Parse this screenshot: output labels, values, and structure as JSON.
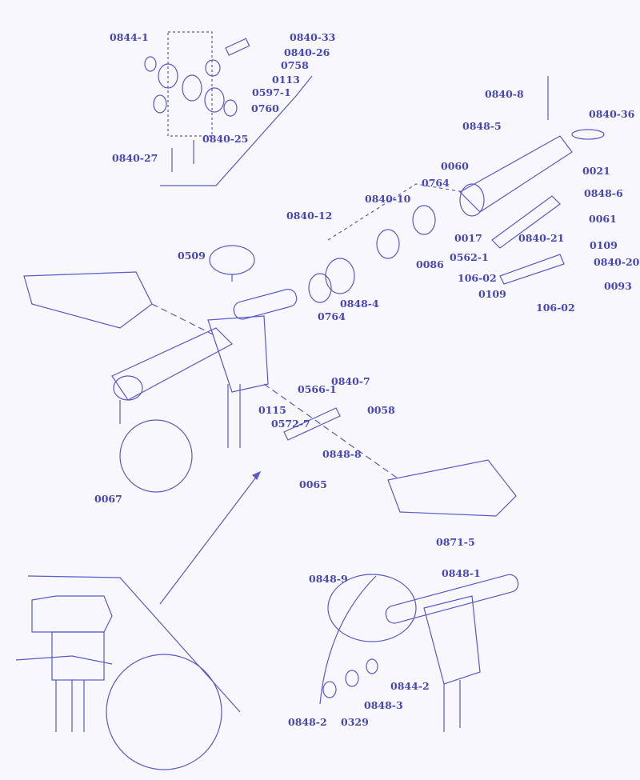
{
  "labels": [
    "0844-1",
    "0840-33",
    "0840-26",
    "0758",
    "0113",
    "0597-1",
    "0760",
    "0840-25",
    "0840-27",
    "0840-8",
    "0840-36",
    "0848-5",
    "0060",
    "0021",
    "0764",
    "0840-10",
    "0848-6",
    "0840-12",
    "0061",
    "0017",
    "0840-21",
    "0562-1",
    "0109",
    "0840-20",
    "106-02",
    "0109",
    "0093",
    "106-02",
    "0509",
    "0086",
    "0848-4",
    "0764",
    "0566-1",
    "0840-7",
    "0115",
    "0058",
    "0572-7",
    "0848-8",
    "0065",
    "0067",
    "0871-5",
    "0848-9",
    "0848-1",
    "0844-2",
    "0848-3",
    "0848-2",
    "0329"
  ],
  "colors": {
    "ink": "#4646b8",
    "line": "#5a5ac8",
    "background": "#f7f7fd"
  }
}
